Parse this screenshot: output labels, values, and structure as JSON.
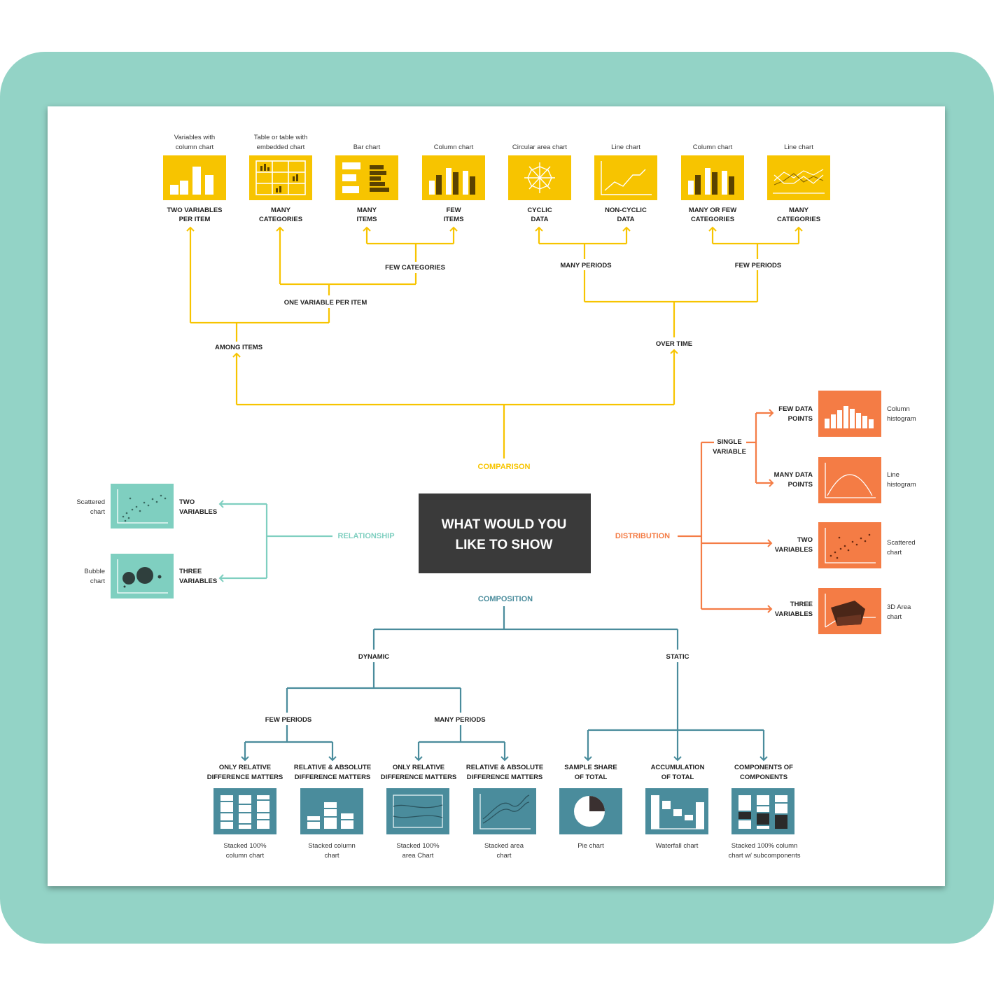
{
  "center": {
    "line1": "WHAT WOULD YOU",
    "line2": "LIKE TO SHOW"
  },
  "colors": {
    "comparison": "#f7c400",
    "distribution": "#f47c45",
    "relationship": "#7fcfc0",
    "composition": "#4a8c9c",
    "center": "#3a3a3a",
    "frame": "#93d3c6"
  },
  "comparison": {
    "label": "COMPARISON",
    "among_items": "AMONG ITEMS",
    "over_time": "OVER TIME",
    "one_variable_per_item": "ONE VARIABLE PER ITEM",
    "few_categories": "FEW CATEGORIES",
    "many_periods": "MANY PERIODS",
    "few_periods": "FEW PERIODS",
    "charts": [
      {
        "cap1": "Variables with",
        "cap2": "column chart",
        "lbl1": "TWO VARIABLES",
        "lbl2": "PER ITEM",
        "icon": "column-pair-icon"
      },
      {
        "cap1": "Table or table with",
        "cap2": "embedded chart",
        "lbl1": "MANY",
        "lbl2": "CATEGORIES",
        "icon": "table-icon"
      },
      {
        "cap1": "",
        "cap2": "Bar chart",
        "lbl1": "MANY",
        "lbl2": "ITEMS",
        "icon": "bar-chart-icon"
      },
      {
        "cap1": "",
        "cap2": "Column chart",
        "lbl1": "FEW",
        "lbl2": "ITEMS",
        "icon": "column-chart-icon"
      },
      {
        "cap1": "",
        "cap2": "Circular area chart",
        "lbl1": "CYCLIC",
        "lbl2": "DATA",
        "icon": "circular-area-icon"
      },
      {
        "cap1": "",
        "cap2": "Line chart",
        "lbl1": "NON-CYCLIC",
        "lbl2": "DATA",
        "icon": "line-chart-icon"
      },
      {
        "cap1": "",
        "cap2": "Column chart",
        "lbl1": "MANY OR FEW",
        "lbl2": "CATEGORIES",
        "icon": "column-chart-icon"
      },
      {
        "cap1": "",
        "cap2": "Line chart",
        "lbl1": "MANY",
        "lbl2": "CATEGORIES",
        "icon": "multi-line-icon"
      }
    ]
  },
  "distribution": {
    "label": "DISTRIBUTION",
    "single_variable_1": "SINGLE",
    "single_variable_2": "VARIABLE",
    "items": [
      {
        "lbl1": "FEW DATA",
        "lbl2": "POINTS",
        "cap1": "Column",
        "cap2": "histogram",
        "icon": "column-histogram-icon"
      },
      {
        "lbl1": "MANY DATA",
        "lbl2": "POINTS",
        "cap1": "Line",
        "cap2": "histogram",
        "icon": "line-histogram-icon"
      },
      {
        "lbl1": "TWO",
        "lbl2": "VARIABLES",
        "cap1": "Scattered",
        "cap2": "chart",
        "icon": "scatter-icon"
      },
      {
        "lbl1": "THREE",
        "lbl2": "VARIABLES",
        "cap1": "3D Area",
        "cap2": "chart",
        "icon": "area-3d-icon"
      }
    ]
  },
  "relationship": {
    "label": "RELATIONSHIP",
    "items": [
      {
        "lbl1": "TWO",
        "lbl2": "VARIABLES",
        "cap1": "Scattered",
        "cap2": "chart",
        "icon": "scatter-icon"
      },
      {
        "lbl1": "THREE",
        "lbl2": "VARIABLES",
        "cap1": "Bubble",
        "cap2": "chart",
        "icon": "bubble-icon"
      }
    ]
  },
  "composition": {
    "label": "COMPOSITION",
    "dynamic": "DYNAMIC",
    "static": "STATIC",
    "few_periods": "FEW PERIODS",
    "many_periods": "MANY PERIODS",
    "charts": [
      {
        "lbl1": "ONLY RELATIVE",
        "lbl2": "DIFFERENCE MATTERS",
        "cap1": "Stacked 100%",
        "cap2": "column chart",
        "icon": "stacked-100-column-icon"
      },
      {
        "lbl1": "RELATIVE & ABSOLUTE",
        "lbl2": "DIFFERENCE MATTERS",
        "cap1": "Stacked column",
        "cap2": "chart",
        "icon": "stacked-column-icon"
      },
      {
        "lbl1": "ONLY RELATIVE",
        "lbl2": "DIFFERENCE MATTERS",
        "cap1": "Stacked 100%",
        "cap2": "area Chart",
        "icon": "stacked-100-area-icon"
      },
      {
        "lbl1": "RELATIVE & ABSOLUTE",
        "lbl2": "DIFFERENCE MATTERS",
        "cap1": "Stacked area",
        "cap2": "chart",
        "icon": "stacked-area-icon"
      },
      {
        "lbl1": "SAMPLE SHARE",
        "lbl2": "OF TOTAL",
        "cap1": "Pie chart",
        "cap2": "",
        "icon": "pie-chart-icon"
      },
      {
        "lbl1": "ACCUMULATION",
        "lbl2": "OF TOTAL",
        "cap1": "Waterfall chart",
        "cap2": "",
        "icon": "waterfall-icon"
      },
      {
        "lbl1": "COMPONENTS OF",
        "lbl2": "COMPONENTS",
        "cap1": "Stacked 100% column",
        "cap2": "chart w/ subcomponents",
        "icon": "stacked-subcomponents-icon"
      }
    ]
  }
}
